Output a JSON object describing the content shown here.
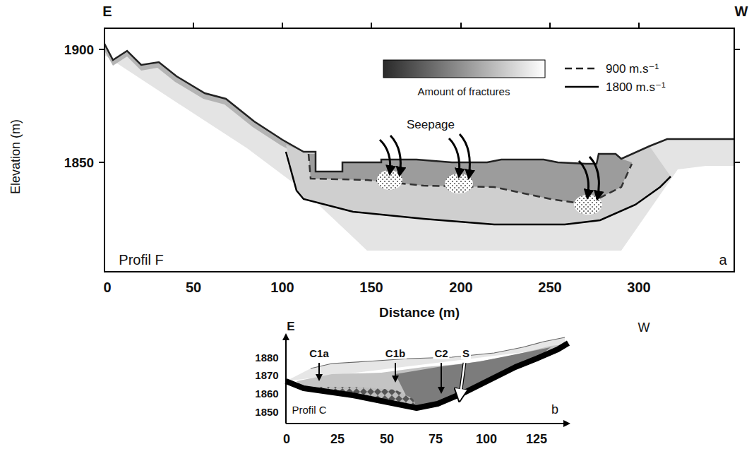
{
  "diagram": {
    "labels": [
      "E",
      "W",
      "1900",
      "1850",
      "Elevation (m)",
      "Seepage",
      "Profil F",
      "a",
      "0",
      "50",
      "100",
      "150",
      "200",
      "250",
      "300",
      "Distance (m)",
      "E",
      "W",
      "1880",
      "1870",
      "1860",
      "1850",
      "C1a",
      "C1b",
      "C2",
      "S",
      "Profil C",
      "b",
      "0",
      "25",
      "50",
      "75",
      "100",
      "125"
    ],
    "legend": [
      {
        "text": "Amount of fractures"
      },
      {
        "text": "900 m.s⁻¹"
      },
      {
        "text": "1800 m.s⁻¹"
      }
    ]
  }
}
